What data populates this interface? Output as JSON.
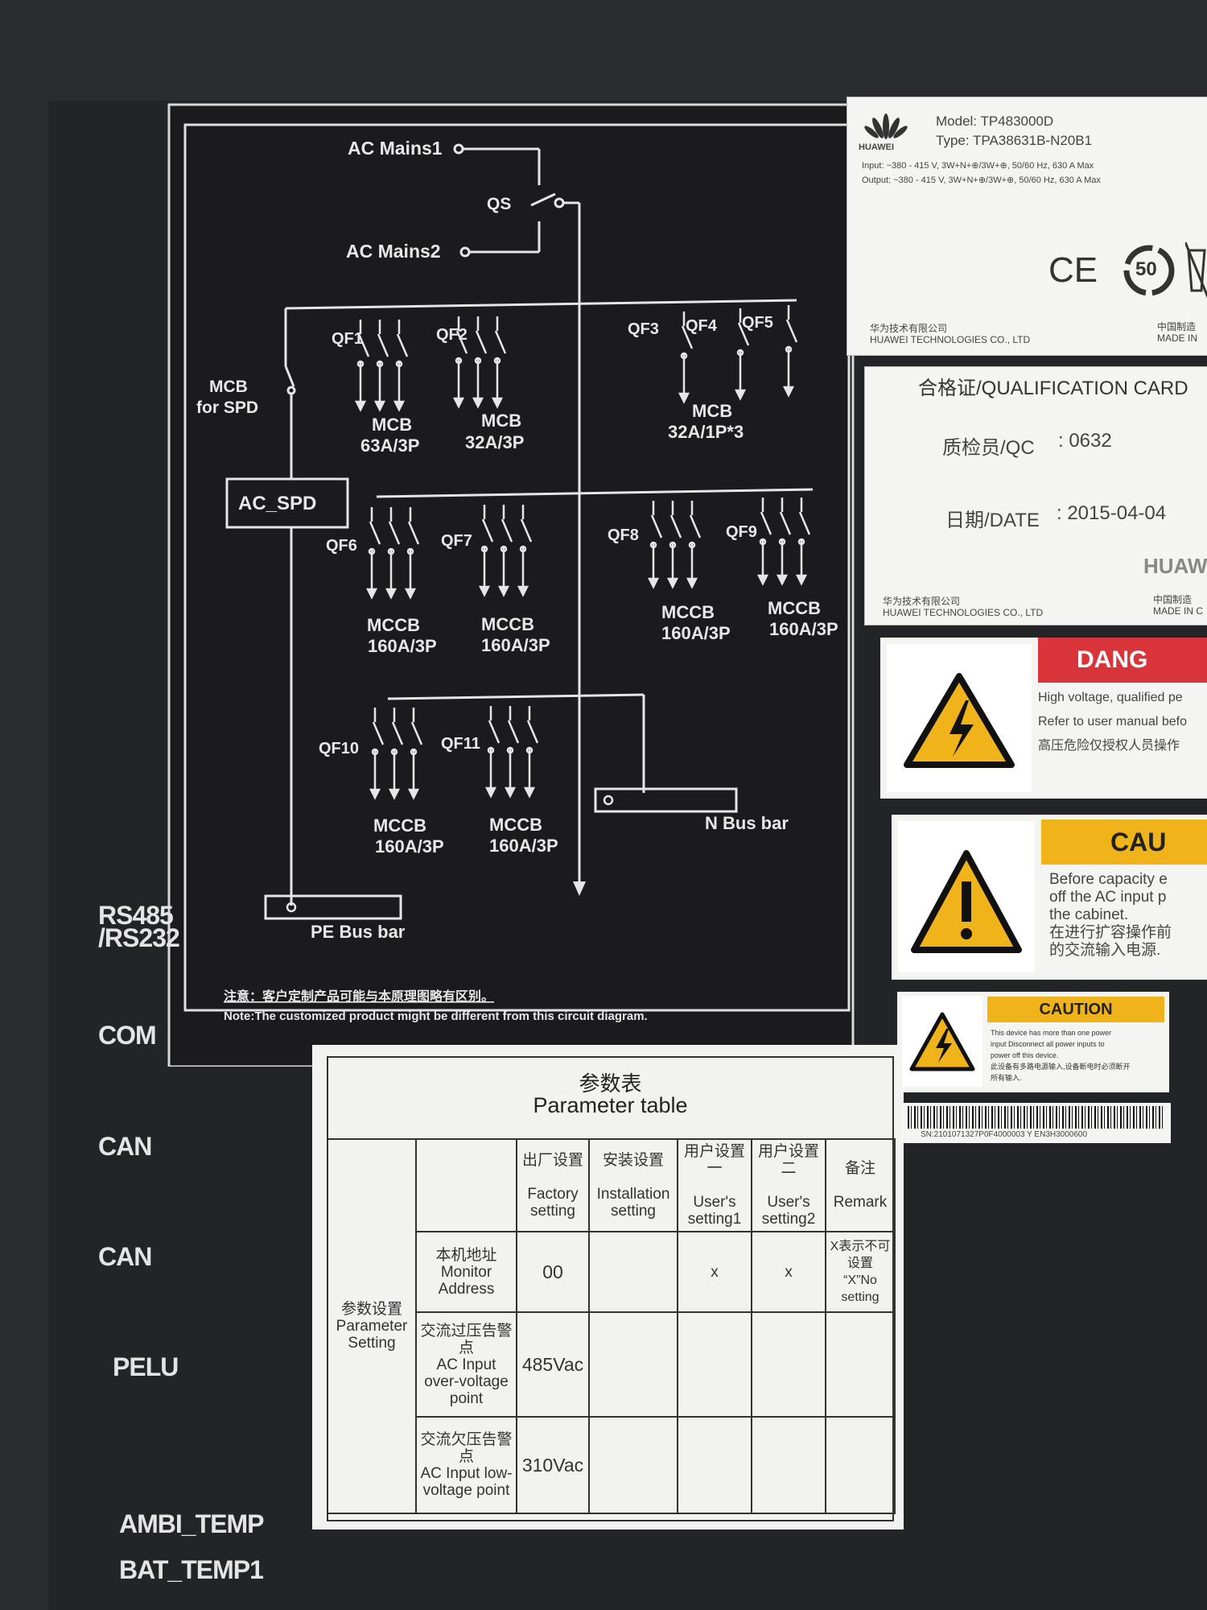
{
  "diagram": {
    "ac_mains1": "AC Mains1",
    "ac_mains2": "AC  Mains2",
    "qs": "QS",
    "mcb_for_spd_1": "MCB",
    "mcb_for_spd_2": "for SPD",
    "ac_spd": "AC_SPD",
    "qf1": "QF1",
    "qf2": "QF2",
    "qf3": "QF3",
    "qf4": "QF4",
    "qf5": "QF5",
    "qf6": "QF6",
    "qf7": "QF7",
    "qf8": "QF8",
    "qf9": "QF9",
    "qf10": "QF10",
    "qf11": "QF11",
    "mcb": "MCB",
    "mccb": "MCCB",
    "r63": "63A/3P",
    "r32": "32A/3P",
    "r32x3": "32A/1P*3",
    "r160": "160A/3P",
    "n_bus": "N Bus bar",
    "pe_bus": "PE  Bus bar",
    "note_cn": "注意：客户定制产品可能与本原理图略有区别。",
    "note_en": "Note:The customized product might be different from this circuit diagram."
  },
  "side_labels": {
    "rs485": "RS485",
    "rs232": "/RS232",
    "com": "COM",
    "can1": "CAN",
    "can2": "CAN",
    "pelu": "PELU",
    "ambi": "AMBI_TEMP",
    "bat": "BAT_TEMP1"
  },
  "param_table": {
    "title_cn": "参数表",
    "title_en": "Parameter table",
    "headers": [
      {
        "cn": "出厂设置",
        "en": "Factory setting"
      },
      {
        "cn": "安装设置",
        "en": "Installation setting"
      },
      {
        "cn": "用户设置一",
        "en": "User's setting1"
      },
      {
        "cn": "用户设置二",
        "en": "User's setting2"
      },
      {
        "cn": "备注",
        "en": "Remark"
      }
    ],
    "group_cn": "参数设置",
    "group_en": "Parameter Setting",
    "rows": [
      {
        "cn": "本机地址",
        "en": "Monitor Address",
        "factory": "00",
        "install": "",
        "user1": "x",
        "user2": "x",
        "remark_cn": "X表示不可设置",
        "remark_en": "“X”No setting"
      },
      {
        "cn": "交流过压告警点",
        "en": "AC Input over-voltage point",
        "factory": "485Vac",
        "install": "",
        "user1": "",
        "user2": "",
        "remark_cn": "",
        "remark_en": ""
      },
      {
        "cn": "交流欠压告警点",
        "en": "AC Input low-voltage point",
        "factory": "310Vac",
        "install": "",
        "user1": "",
        "user2": "",
        "remark_cn": "",
        "remark_en": ""
      }
    ]
  },
  "nameplate": {
    "brand": "HUAWEI",
    "model": "Model: TP483000D",
    "type": "Type: TPA38631B-N20B1",
    "input": "Input: ~380 - 415 V, 3W+N+⊕/3W+⊕, 50/60 Hz, 630 A Max",
    "output": "Output: ~380 - 415 V, 3W+N+⊕/3W+⊕, 50/60 Hz, 630 A Max",
    "ce": "CE",
    "fifty": "50",
    "company_cn": "华为技术有限公司",
    "company_en": "HUAWEI TECHNOLOGIES CO., LTD",
    "made_cn": "中国制造",
    "made_en": "MADE IN"
  },
  "qual_card": {
    "title": "合格证/QUALIFICATION CARD",
    "qc_label": "质检员/QC",
    "qc_value": ": 0632",
    "date_label": "日期/DATE",
    "date_value": ":  2015-04-04",
    "brand": "HUAW",
    "company_cn": "华为技术有限公司",
    "company_en": "HUAWEI TECHNOLOGIES CO., LTD",
    "made_cn": "中国制造",
    "made_en": "MADE IN C"
  },
  "warnings": {
    "danger_title": "DANG",
    "danger_l1": "High voltage, qualified pe",
    "danger_l2": "Refer to user manual befo",
    "danger_l3": "高压危险仅授权人员操作",
    "caution1_title": "CAU",
    "caution1_l1": "Before capacity e",
    "caution1_l2": "off the AC input p",
    "caution1_l3": "the cabinet.",
    "caution1_l4": "在进行扩容操作前",
    "caution1_l5": "的交流输入电源.",
    "caution2_title": "CAUTION",
    "caution2_l1": "This device has more than one power",
    "caution2_l2": "input Disconnect all power inputs to",
    "caution2_l3": "power off this device.",
    "caution2_l4": "此设备有多路电源输入,设备断电时必须断开",
    "caution2_l5": "所有输入.",
    "barcode": "SN:2101071327P0F4000003  Y EN3H3000600"
  },
  "colors": {
    "danger": "#d8343a",
    "caution": "#f0b41a",
    "panel": "#232428"
  }
}
